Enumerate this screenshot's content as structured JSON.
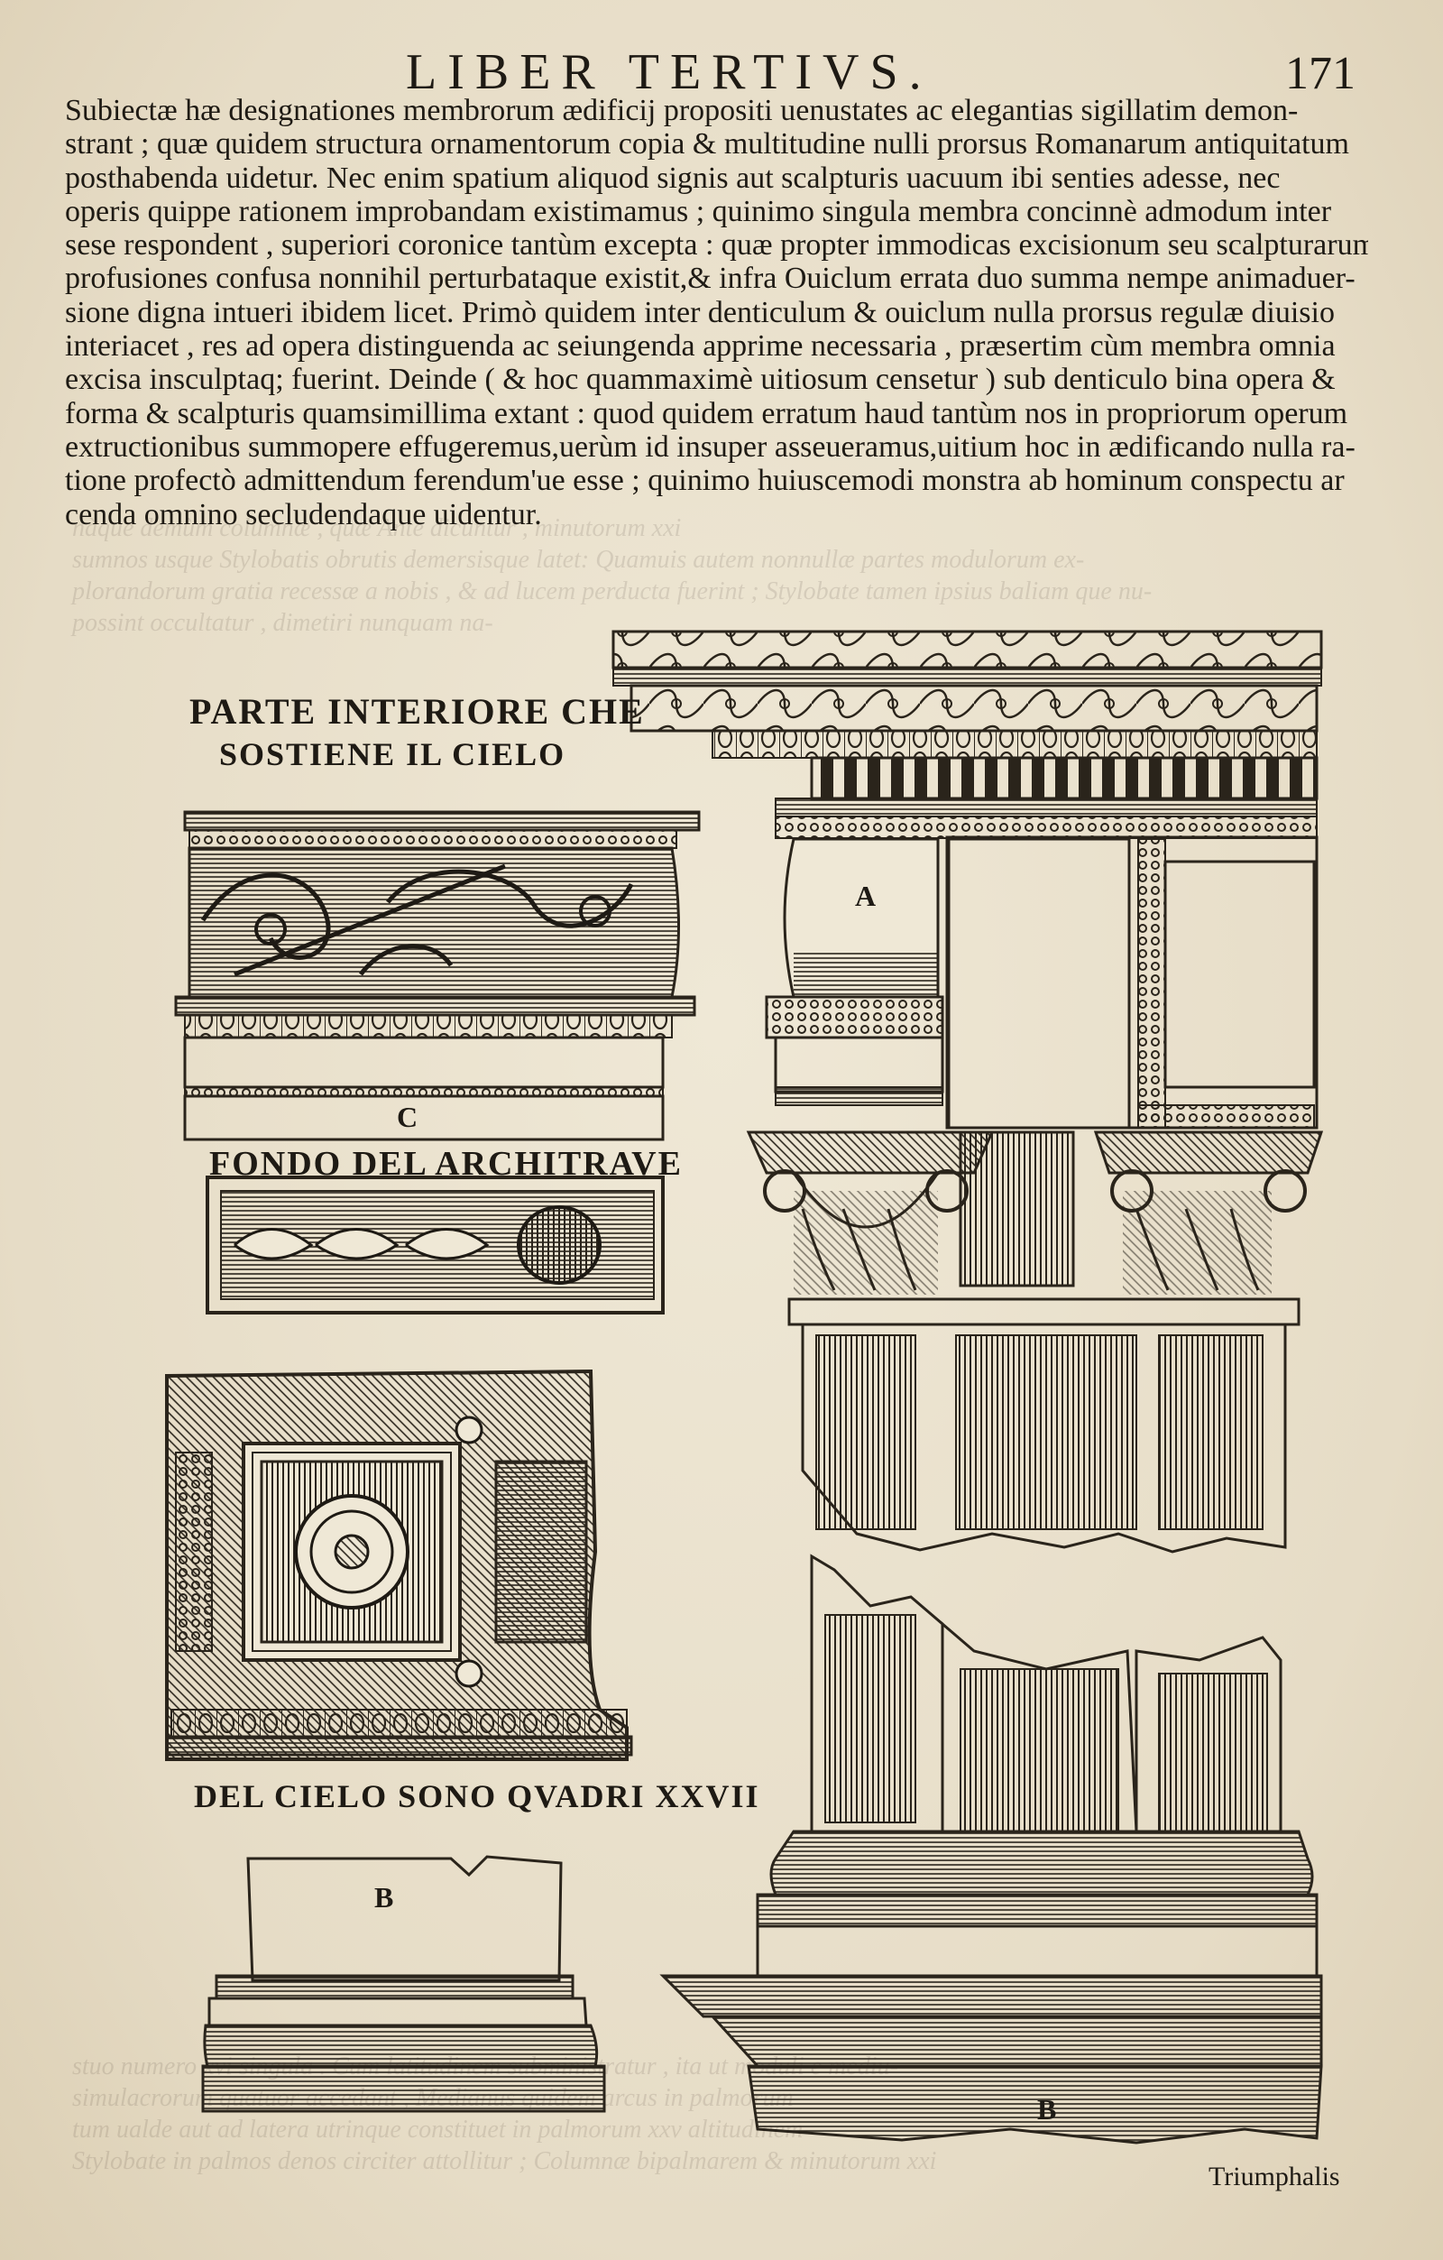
{
  "header": {
    "running_title": "LIBER TERTIVS.",
    "page_number": "171"
  },
  "body_lines": [
    "Subiectæ hæ designationes membrorum ædificij propositi uenustates ac elegantias sigillatim demon-",
    "strant ; quæ quidem structura ornamentorum copia & multitudine nulli prorsus Romanarum antiquitatum",
    "posthabenda uidetur.   Nec enim spatium aliquod signis aut scalpturis uacuum ibi senties adesse, nec",
    "operis quippe rationem improbandam existimamus ; quinimo singula membra concinnè admodum inter",
    "sese respondent , superiori coronice tantùm excepta : quæ propter immodicas excisionum seu scalpturarum",
    "profusiones confusa nonnihil perturbataque existit,& infra Ouiclum errata duo summa nempe animaduer-",
    "sione digna intueri ibidem licet.   Primò quidem inter denticulum & ouiclum nulla prorsus regulæ diuisio",
    "interiacet , res ad opera distinguenda ac seiungenda apprime necessaria , præsertim cùm membra omnia",
    "excisa insculptaq; fuerint.   Deinde ( & hoc quammaximè uitiosum censetur ) sub denticulo bina opera &",
    "forma & scalpturis quamsimillima extant : quod quidem erratum haud tantùm nos in propriorum operum",
    "extructionibus summopere effugeremus,uerùm id insuper asseueramus,uitium hoc in ædificando nulla ra-",
    "tione profectò admittendum ferendum'ue esse ; quinimo huiuscemodi monstra ab hominum  conspectu ar",
    "cenda omnino secludendaque uidentur."
  ],
  "captions": {
    "interior_1": "PARTE INTERIORE CHE",
    "interior_2": "SOSTIENE IL CIELO",
    "architrave": "FONDO DEL ARCHITRAVE",
    "coffers": "DEL CIELO SONO QVADRI XXVII"
  },
  "letters": {
    "a": "A",
    "b_left": "B",
    "b_right": "B",
    "c": "C"
  },
  "catchword": "Triumphalis",
  "colors": {
    "paper": "#ebe3d0",
    "ink": "#1e1a14"
  },
  "icons": [
    "acanthus-frieze",
    "rosette-coffer",
    "corinthian-capital",
    "denticulated-cornice"
  ]
}
